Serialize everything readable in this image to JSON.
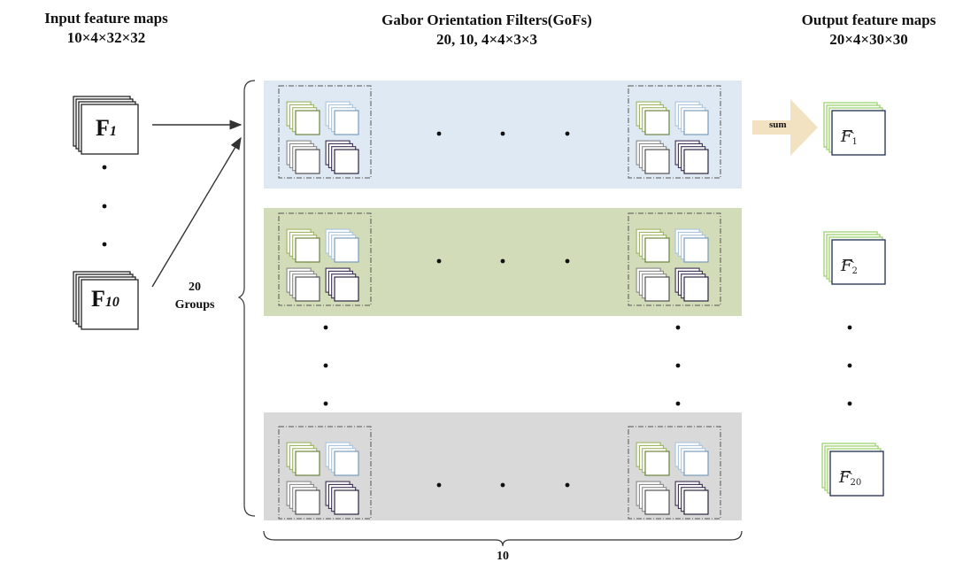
{
  "headers": {
    "input_title": "Input feature maps",
    "input_dims": "10×4×32×32",
    "gof_title": "Gabor Orientation Filters(GoFs)",
    "gof_dims": "20, 10, 4×4×3×3",
    "output_title": "Output feature maps",
    "output_dims": "20×4×30×30"
  },
  "inputs": [
    {
      "letter": "F",
      "index": "1"
    },
    {
      "letter": "F",
      "index": "10"
    }
  ],
  "outputs": [
    {
      "letter": "F",
      "index": "1"
    },
    {
      "letter": "F",
      "index": "2"
    },
    {
      "letter": "F",
      "index": "20"
    }
  ],
  "groups_count": "20",
  "groups_word": "Groups",
  "columns_count": "10",
  "sum_label": "sum",
  "colors": {
    "band_1": "#dfe9f3",
    "band_2": "#d3dcb9",
    "band_20": "#d9d9d9",
    "filter_green": "#9bb55d",
    "filter_blue": "#a9c4de",
    "filter_gray": "#888888",
    "filter_purple": "#3a2e52",
    "sum_arrow": "#f3e2c1",
    "output_green": "#9ed36f"
  }
}
